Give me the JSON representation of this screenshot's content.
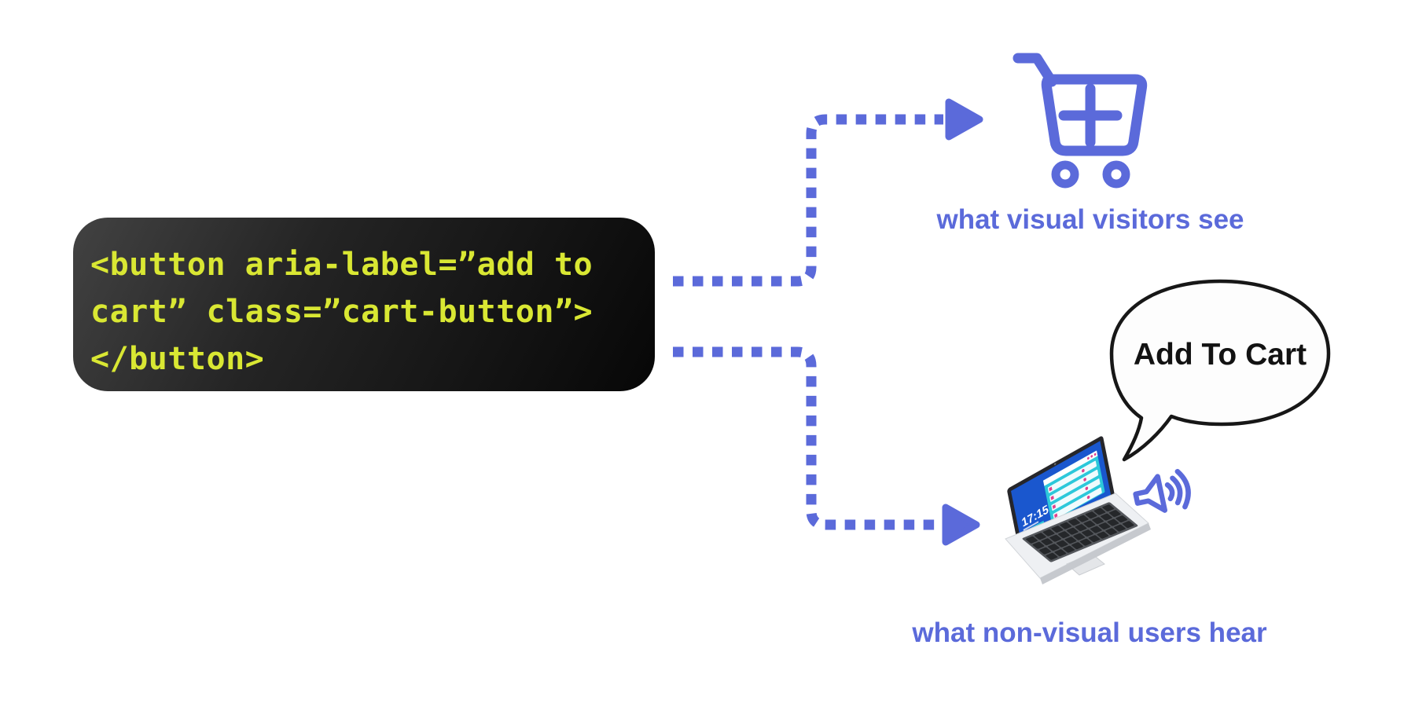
{
  "colors": {
    "accent": "#5b6ada",
    "code-text": "#d9e733",
    "code-bg-light": "#424242",
    "code-bg-dark": "#070707",
    "bubble-outline": "#171717",
    "screen-blue": "#1a57ce",
    "teal": "#2cc8da",
    "pink": "#e0408c"
  },
  "code_block": {
    "lines": [
      "<button aria-label=”add to",
      "cart” class=”cart-button”>",
      "</button>"
    ]
  },
  "visual_branch": {
    "caption": "what visual visitors see"
  },
  "audio_branch": {
    "caption": "what non-visual users hear",
    "speech_text": "Add To Cart",
    "laptop_clock": "17:15"
  }
}
